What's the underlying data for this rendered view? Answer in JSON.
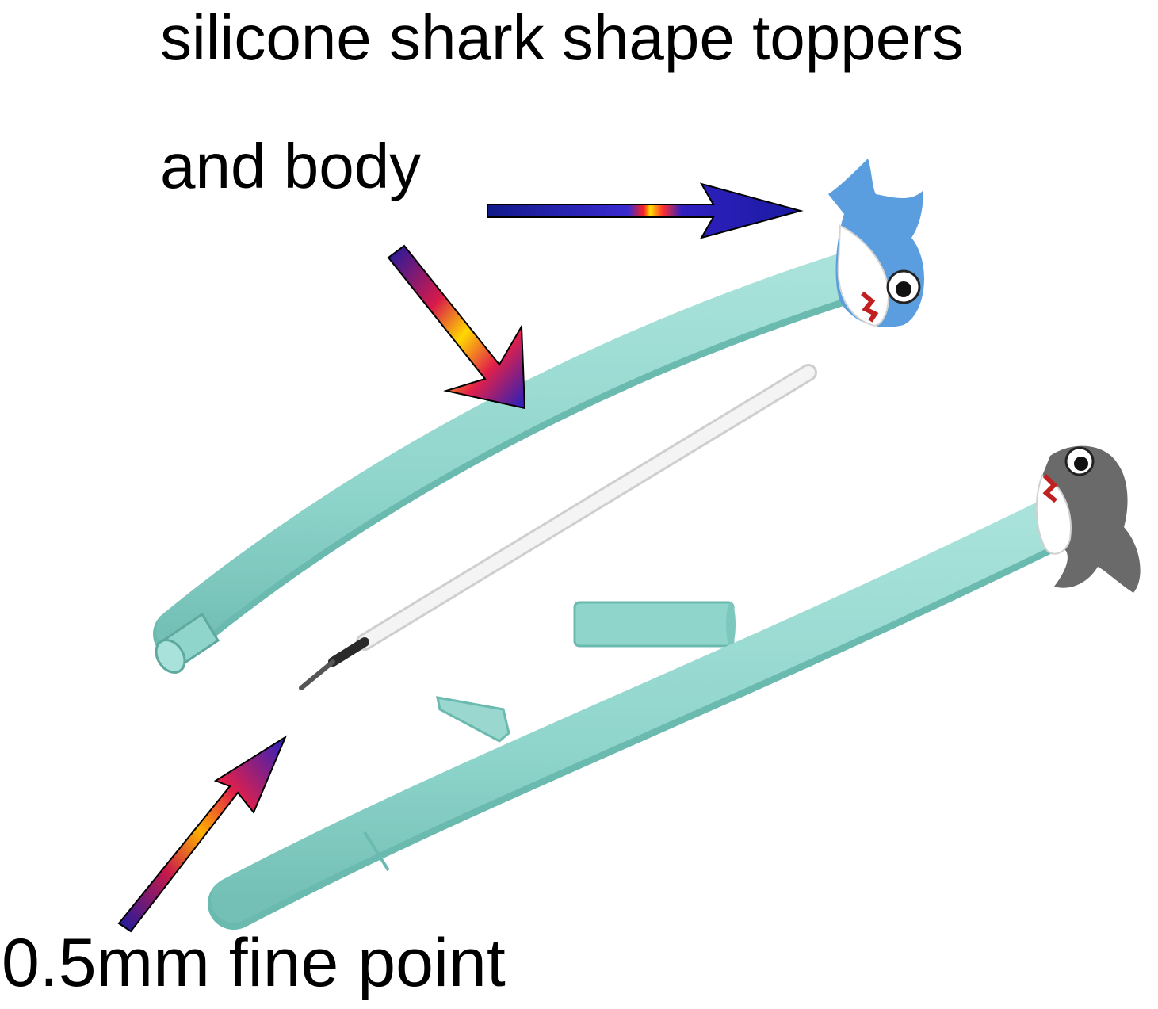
{
  "captions": {
    "toppers": "silicone shark shape toppers",
    "body": "and body",
    "tip": "0.5mm fine point"
  },
  "colors": {
    "background": "#ffffff",
    "pen_body": "#8fd5cc",
    "pen_body_shadow": "#6bbab0",
    "refill": "#f2f2f2",
    "blue_shark": "#5b9ee0",
    "gray_shark": "#6a6a6a",
    "arrow_start": "#1a1aa0",
    "arrow_mid": "#ff2a2a",
    "arrow_hot": "#ffd800"
  },
  "icons": [
    "blue-shark-topper-icon",
    "gray-shark-topper-icon",
    "arrow-icon"
  ]
}
